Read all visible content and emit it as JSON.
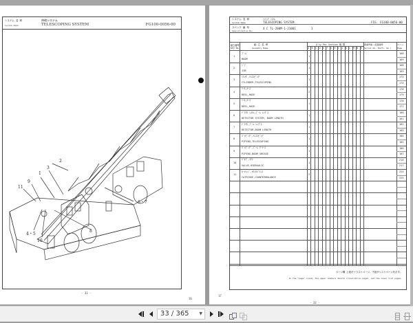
{
  "viewer": {
    "current_page": "33 / 365",
    "toolbar": {
      "first_page": "⏮",
      "prev_page": "◀",
      "next_page": "▶",
      "last_page": "⏭"
    }
  },
  "left_page": {
    "system_label_jp": "システム 名 称",
    "system_label_en": "System    Name",
    "name_jp": "伸縮システム",
    "name_en": "TELESCOPING SYSTEM",
    "code": "FG100-0056-00",
    "callouts": [
      "1",
      "2",
      "3",
      "9",
      "11",
      "6・7",
      "8",
      "4・5",
      "10"
    ],
    "footer": "- 33 -",
    "side_mark": "16"
  },
  "right_page": {
    "system_label_jp": "システム 名 称",
    "system_label_en": "System    Name",
    "name_jp": "ｼﾝｼｭｸ ｼｽﾃﾑ",
    "name_en": "TELESCOPING SYSTEM",
    "fig_label": "FIG.",
    "fig_code": "FG100-0056-00",
    "spec_label_jp": "スペック 番 号",
    "spec_label_en": "Specification  No.",
    "spec_value": "4 C TL-200M-1-21001",
    "spec_suffix": "3",
    "columns": {
      "key_no_jp": "組立番号",
      "key_no_en": "Key No.",
      "assembly_jp": "組 立 名 称",
      "assembly_en": "Assembly   Name",
      "qty_label": "Q'ty  Per  Section  個 数",
      "sections": [
        "A",
        "B",
        "C",
        "D",
        "E",
        "F",
        "G",
        "H",
        "I",
        "J",
        "K",
        "L",
        "M",
        "N",
        "O"
      ],
      "serial_jp": "車番号番 (変更番号",
      "serial_en": "Serial No. Modfi. No.)",
      "page_jp": "ページ",
      "page_en": "Page"
    },
    "rows": [
      {
        "key": "1",
        "name_jp": "ﾌﾞｰﾑ",
        "name_en": "BOOM",
        "qty": "1",
        "pages": [
          "168",
          "169"
        ]
      },
      {
        "key": "2",
        "name_jp": "ｼﾞﾌﾞ",
        "name_en": "JIB",
        "qty": "1",
        "pages": [
          "168",
          "169"
        ]
      },
      {
        "key": "3",
        "name_jp": "ｼﾘﾝﾀﾞ,ﾃﾚｽｺﾋﾟﾝｸﾞ",
        "name_en": "CYLINDER,TELESCOPING",
        "qty": "1",
        "pages": [
          "172",
          "174"
        ]
      },
      {
        "key": "4",
        "name_jp": "ﾘｰﾙ,ﾎｰｽ",
        "name_en": "REEL,HOSE",
        "qty": "2",
        "pages": [
          "178",
          "179"
        ]
      },
      {
        "key": "5",
        "name_jp": "ﾘｰﾙ,ﾎｰｽ",
        "name_en": "REEL,HOSE",
        "qty": "1",
        "pages": [
          "176",
          "177"
        ]
      },
      {
        "key": "6",
        "name_jp": "ﾃﾞﾃｸﾀ ｼｽﾃﾑ,ﾌﾞｰﾑ ﾚﾝｸﾞｽ",
        "name_en": "DETECTOR SYSTEM, BOOM LENGTH",
        "qty": "1",
        "pages": [
          "180",
          "181"
        ]
      },
      {
        "key": "7",
        "name_jp": "ﾃﾞﾃｸﾀ,ﾌﾞｰﾑ ﾚﾝｸﾞｽ",
        "name_en": "DETECTOR,BOOM LENGTH",
        "qty": "1",
        "pages": [
          "182",
          "183"
        ]
      },
      {
        "key": "8",
        "name_jp": "ﾊﾟｲﾋﾟﾝｸﾞ,ﾃﾚｽｺﾋﾟﾝｸﾞ",
        "name_en": "PIPING,TELESCOPING",
        "qty": "1",
        "pages": [
          "184",
          "185"
        ]
      },
      {
        "key": "9",
        "name_jp": "ﾊﾟｲﾋﾟﾝｸﾞ,ﾌﾞｰﾑ ｸﾞﾘｰｽ",
        "name_en": "PIPING,BOOM GREASE",
        "qty": "1",
        "pages": [
          "186",
          "187"
        ]
      },
      {
        "key": "10",
        "name_jp": "ﾊﾞﾙﾌﾞ,ﾕｱﾂ",
        "name_en": "VALVE,HYDRAULIC",
        "qty": "1",
        "pages": [
          "216",
          "217"
        ]
      },
      {
        "key": "11",
        "name_jp": "ｶｰﾄﾘｯｼﾞ,ｶｳﾝﾀﾊﾞﾗﾝｽ",
        "name_en": "CATRIDGE,COUNTERBALANCE",
        "qty": "2",
        "pages": [
          "224",
          "225"
        ]
      }
    ],
    "note_jp": "ページ欄  上段がイラストページ、下段がリストページを示す。",
    "note_en": "In the \"page\" colum, the upper numbers denote illustration pages, and the lower list pages.",
    "footer": "- 33 -",
    "side_mark": "17"
  }
}
